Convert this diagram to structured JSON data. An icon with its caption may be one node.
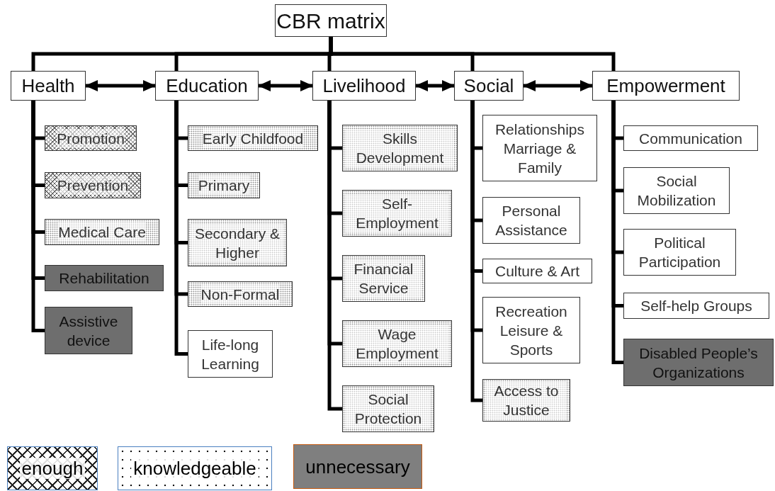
{
  "diagram": {
    "nodes": [
      {
        "text": [
          "CBR matrix"
        ]
      },
      {
        "text": [
          "Health"
        ]
      },
      {
        "text": [
          "Education"
        ]
      },
      {
        "text": [
          "Livelihood"
        ]
      },
      {
        "text": [
          "Social"
        ]
      },
      {
        "text": [
          "Empowerment"
        ]
      },
      {
        "text": [
          "Promotion"
        ]
      },
      {
        "text": [
          "Prevention"
        ]
      },
      {
        "text": [
          "Medical Care"
        ]
      },
      {
        "text": [
          "Rehabilitation"
        ]
      },
      {
        "text": [
          "Assistive device"
        ]
      },
      {
        "text": [
          "Early Childfood"
        ]
      },
      {
        "text": [
          "Primary"
        ]
      },
      {
        "text": [
          "Secondary & Higher"
        ]
      },
      {
        "text": [
          "Non-Formal"
        ]
      },
      {
        "text": [
          "Life-long Learning"
        ]
      },
      {
        "text": [
          "Skills Development"
        ]
      },
      {
        "text": [
          "Self-Employment"
        ]
      },
      {
        "text": [
          "Financial Service"
        ]
      },
      {
        "text": [
          "Wage Employment"
        ]
      },
      {
        "text": [
          "Social Protection"
        ]
      },
      {
        "text": [
          "Relationships Marriage & Family"
        ]
      },
      {
        "text": [
          "Personal Assistance"
        ]
      },
      {
        "text": [
          "Culture & Art"
        ]
      },
      {
        "text": [
          "Recreation Leisure & Sports"
        ]
      },
      {
        "text": [
          "Access to Justice"
        ]
      },
      {
        "text": [
          "Communication"
        ]
      },
      {
        "text": [
          "Social Mobilization"
        ]
      },
      {
        "text": [
          "Political Participation"
        ]
      },
      {
        "text": [
          "Self-help Groups"
        ]
      },
      {
        "text": [
          "Disabled People’s Organizations"
        ]
      }
    ],
    "edges": [
      {
        "from": 0,
        "to": 1,
        "arrow": "none"
      },
      {
        "from": 0,
        "to": 2,
        "arrow": "none"
      },
      {
        "from": 0,
        "to": 3,
        "arrow": "none"
      },
      {
        "from": 0,
        "to": 4,
        "arrow": "none"
      },
      {
        "from": 0,
        "to": 5,
        "arrow": "none"
      },
      {
        "from": 1,
        "to": 2,
        "arrow": "both"
      },
      {
        "from": 2,
        "to": 3,
        "arrow": "both"
      },
      {
        "from": 3,
        "to": 4,
        "arrow": "both"
      },
      {
        "from": 4,
        "to": 5,
        "arrow": "both"
      },
      {
        "from": 1,
        "to": 6,
        "arrow": "none"
      },
      {
        "from": 1,
        "to": 7,
        "arrow": "none"
      },
      {
        "from": 1,
        "to": 8,
        "arrow": "none"
      },
      {
        "from": 1,
        "to": 9,
        "arrow": "none"
      },
      {
        "from": 1,
        "to": 10,
        "arrow": "none"
      },
      {
        "from": 2,
        "to": 11,
        "arrow": "none"
      },
      {
        "from": 2,
        "to": 12,
        "arrow": "none"
      },
      {
        "from": 2,
        "to": 13,
        "arrow": "none"
      },
      {
        "from": 2,
        "to": 14,
        "arrow": "none"
      },
      {
        "from": 2,
        "to": 15,
        "arrow": "none"
      },
      {
        "from": 3,
        "to": 16,
        "arrow": "none"
      },
      {
        "from": 3,
        "to": 17,
        "arrow": "none"
      },
      {
        "from": 3,
        "to": 18,
        "arrow": "none"
      },
      {
        "from": 3,
        "to": 19,
        "arrow": "none"
      },
      {
        "from": 3,
        "to": 20,
        "arrow": "none"
      },
      {
        "from": 4,
        "to": 21,
        "arrow": "none"
      },
      {
        "from": 4,
        "to": 22,
        "arrow": "none"
      },
      {
        "from": 4,
        "to": 23,
        "arrow": "none"
      },
      {
        "from": 4,
        "to": 24,
        "arrow": "none"
      },
      {
        "from": 4,
        "to": 25,
        "arrow": "none"
      },
      {
        "from": 5,
        "to": 26,
        "arrow": "none"
      },
      {
        "from": 5,
        "to": 27,
        "arrow": "none"
      },
      {
        "from": 5,
        "to": 28,
        "arrow": "none"
      },
      {
        "from": 5,
        "to": 29,
        "arrow": "none"
      },
      {
        "from": 5,
        "to": 30,
        "arrow": "none"
      }
    ],
    "legend": [
      {
        "text": "enough"
      },
      {
        "text": "knowledgeable"
      },
      {
        "text": "unnecessary",
        "color": "#7f7f7f"
      }
    ]
  }
}
